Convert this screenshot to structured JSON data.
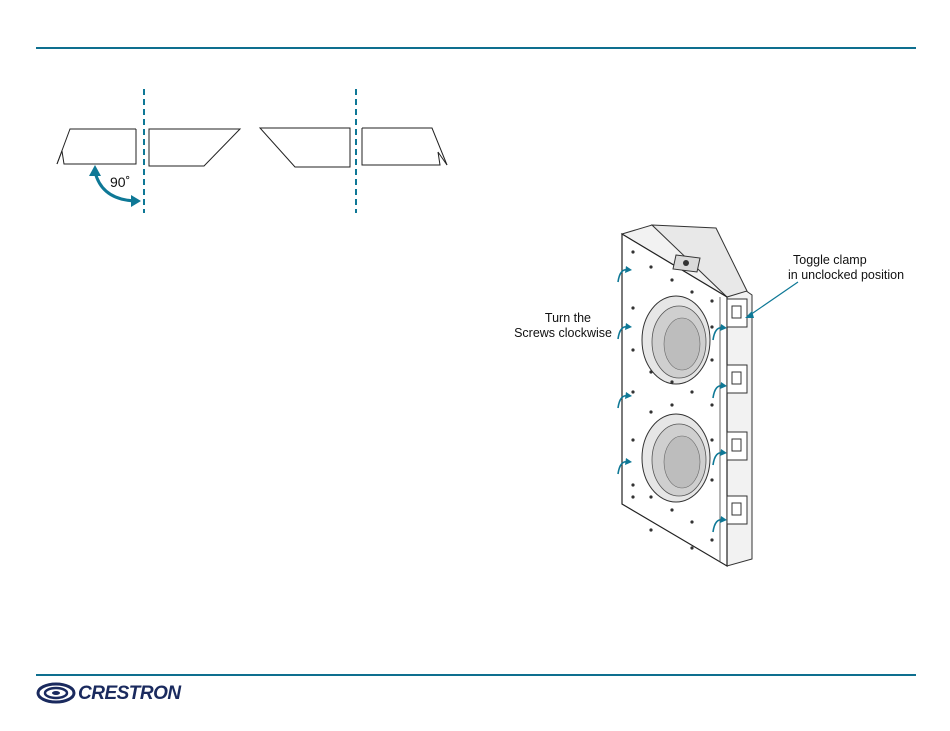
{
  "colors": {
    "rule": "#0e6f8f",
    "accent": "#0e7896",
    "brand": "#1a2a5e"
  },
  "figure1": {
    "angle_label": "90˚"
  },
  "figure2": {
    "toggle_label_line1": "Toggle clamp",
    "toggle_label_line2": "in unclocked position",
    "turn_label_line1": "Turn the",
    "turn_label_line2": "Screws clockwise"
  },
  "footer": {
    "brand": "CRESTRON",
    "logo_icon": "crestron-swirl-logo"
  }
}
